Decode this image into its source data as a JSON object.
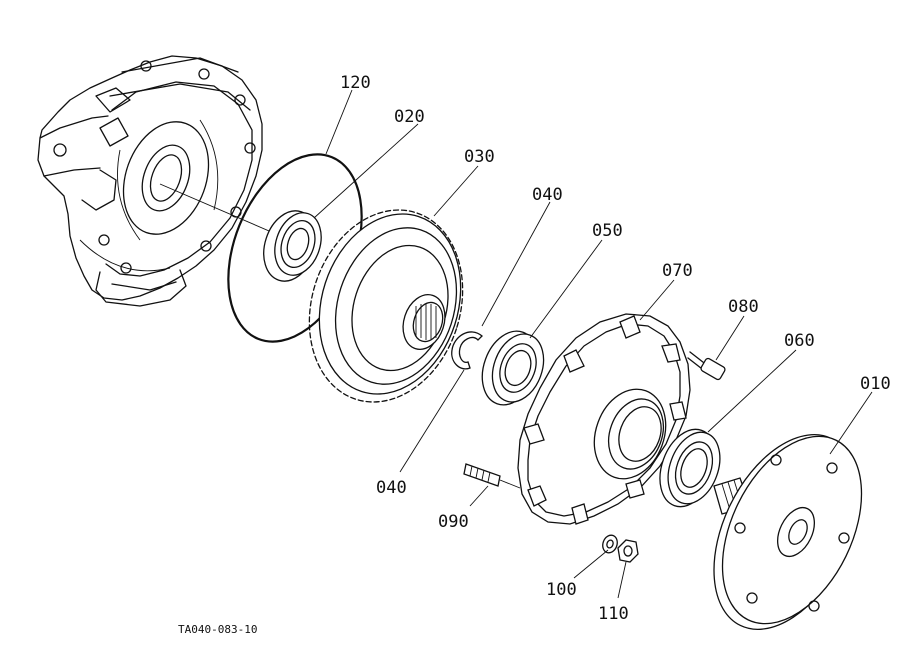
{
  "labels": {
    "p120": "120",
    "p020": "020",
    "p030": "030",
    "p040_top": "040",
    "p050": "050",
    "p070": "070",
    "p080": "080",
    "p060": "060",
    "p010": "010",
    "p040_bottom": "040",
    "p090": "090",
    "p100": "100",
    "p110": "110"
  },
  "caption": "TA040-083-10"
}
